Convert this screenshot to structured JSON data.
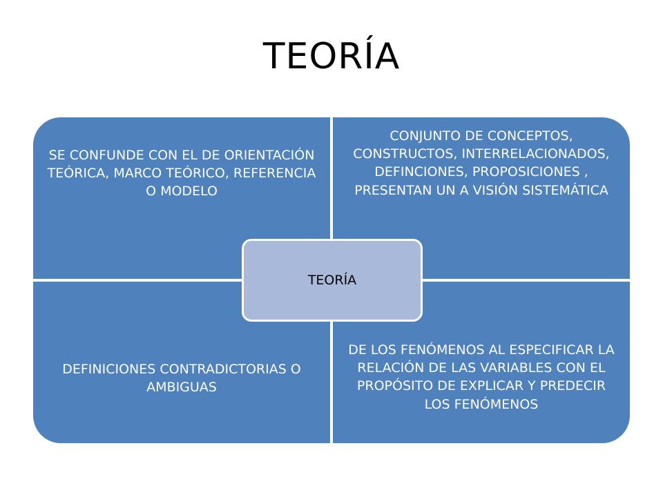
{
  "slide": {
    "title": "TEORÍA"
  },
  "diagram": {
    "center_label": "TEORÍA",
    "quadrants": {
      "top_left": "SE CONFUNDE CON EL DE ORIENTACIÓN TEÓRICA, MARCO TEÓRICO, REFERENCIA O MODELO",
      "top_right": "CONJUNTO DE CONCEPTOS, CONSTRUCTOS, INTERRELACIONADOS, DEFINCIONES, PROPOSICIONES , PRESENTAN UN A VISIÓN SISTEMÁTICA",
      "bottom_left": "DEFINICIONES CONTRADICTORIAS O AMBIGUAS",
      "bottom_right": "DE LOS FENÓMENOS AL ESPECIFICAR LA RELACIÓN DE  LAS VARIABLES CON EL PROPÓSITO DE EXPLICAR Y PREDECIR LOS FENÓMENOS"
    },
    "colors": {
      "quadrant_fill": "#4f81bd",
      "center_fill": "#a8b9d9",
      "text_on_quadrant": "#ffffff"
    }
  }
}
